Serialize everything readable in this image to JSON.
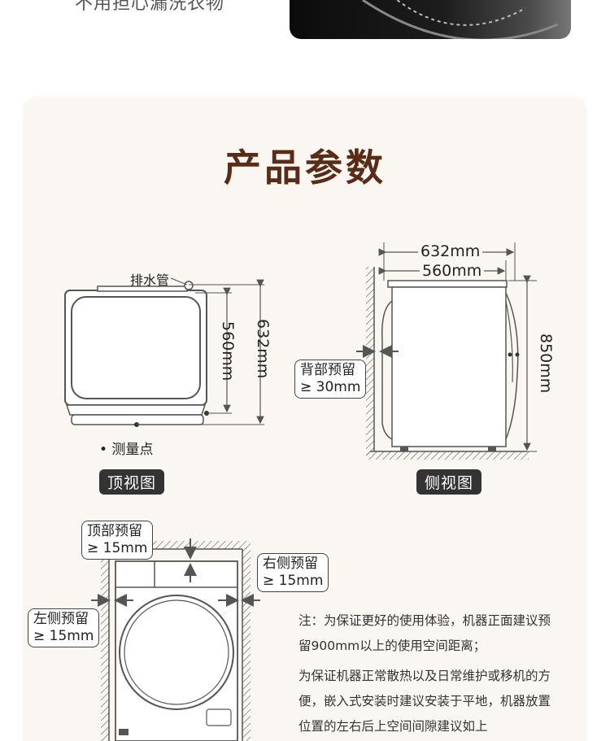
{
  "header": {
    "tagline": "不用担心漏洗衣物"
  },
  "section": {
    "title": "产品参数"
  },
  "top_view": {
    "drain_label": "排水管",
    "dim_inner": "560mm",
    "dim_outer": "632mm",
    "point_label": "• 测量点",
    "caption": "顶视图"
  },
  "side_view": {
    "dim_outer": "632mm",
    "dim_inner": "560mm",
    "dim_height": "850mm",
    "back_label": "背部预留",
    "back_value": "≥ 30mm",
    "caption": "侧视图"
  },
  "front_view": {
    "top_label": "顶部预留",
    "top_value": "≥ 15mm",
    "right_label": "右侧预留",
    "right_value": "≥ 15mm",
    "left_label": "左侧预留",
    "left_value": "≥ 15mm"
  },
  "notes": {
    "line1": "注：为保证更好的使用体验，机器正面建议预",
    "line2": "留900mm以上的使用空间距离；",
    "line3": "为保证机器正常散热以及日常维护或移机的方",
    "line4": "便，嵌入式安装时建议安装于平地，机器放置",
    "line5": "位置的左右后上空间间隙建议如上"
  },
  "colors": {
    "title": "#5a2b17",
    "panel": "#faf7f3",
    "tag_bg": "#333333"
  }
}
